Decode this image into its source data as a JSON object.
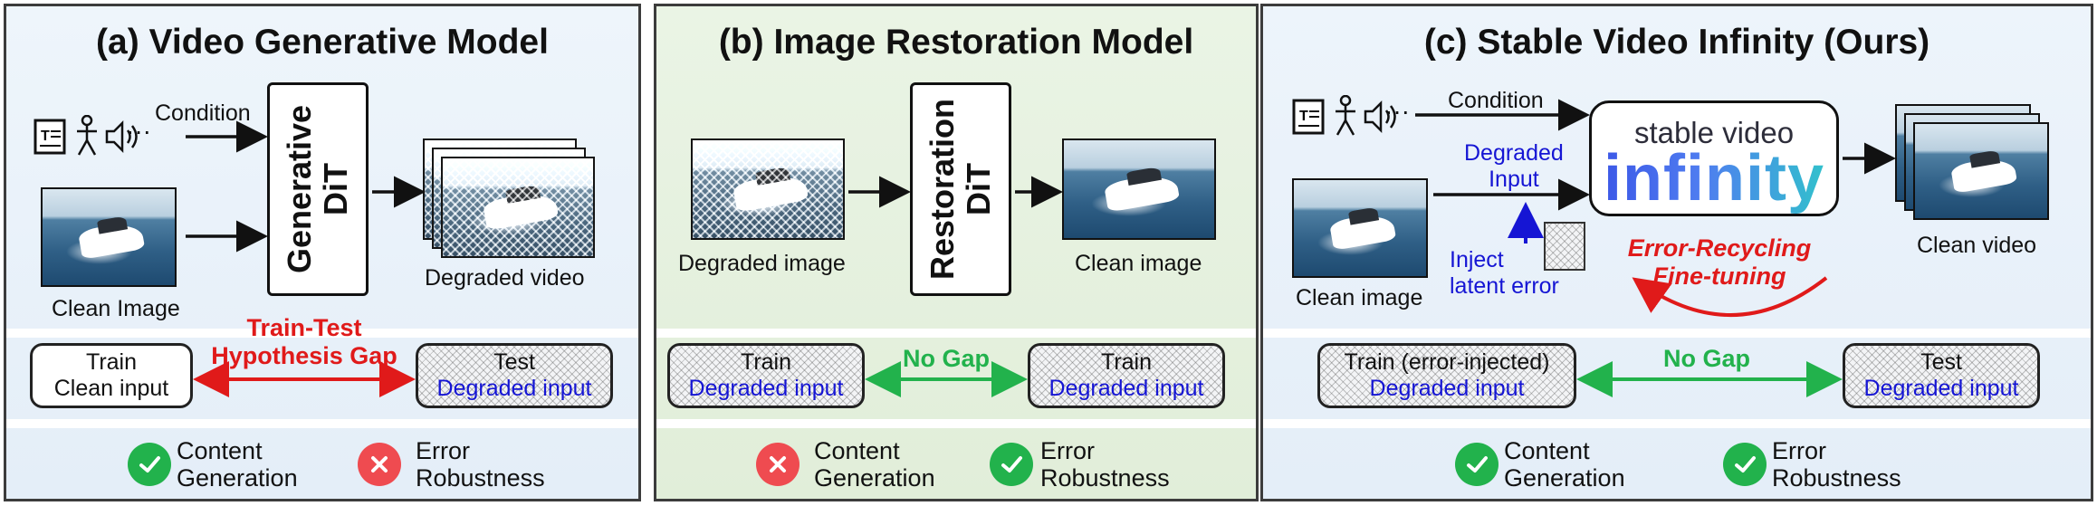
{
  "panels": {
    "a": {
      "title": "(a) Video Generative Model",
      "condition_label": "Condition",
      "dots": "···",
      "model_line1": "Generative",
      "model_line2": "DiT",
      "input_label": "Clean Image",
      "output_label": "Degraded video",
      "gap_label_line1": "Train-Test",
      "gap_label_line2": "Hypothesis Gap",
      "train_line1": "Train",
      "train_line2": "Clean input",
      "test_line1": "Test",
      "test_line2": "Degraded input",
      "result1_line1": "Content",
      "result1_line2": "Generation",
      "result1_status": "check",
      "result2_line1": "Error",
      "result2_line2": "Robustness",
      "result2_status": "cross"
    },
    "b": {
      "title": "(b) Image Restoration Model",
      "model_line1": "Restoration",
      "model_line2": "DiT",
      "input_label": "Degraded image",
      "output_label": "Clean image",
      "gap_label": "No Gap",
      "train_line1": "Train",
      "train_line2": "Degraded input",
      "test_line1": "Train",
      "test_line2": "Degraded input",
      "result1_line1": "Content",
      "result1_line2": "Generation",
      "result1_status": "cross",
      "result2_line1": "Error",
      "result2_line2": "Robustness",
      "result2_status": "check"
    },
    "c": {
      "title": "(c) Stable Video Infinity (Ours)",
      "condition_label": "Condition",
      "dots": "···",
      "degraded_line1": "Degraded",
      "degraded_line2": "Input",
      "inject_line1": "Inject",
      "inject_line2": "latent error",
      "model_top": "stable video",
      "model_big": "infinity",
      "recycle_line1": "Error-Recycling",
      "recycle_line2": "Fine-tuning",
      "input_label": "Clean image",
      "output_label": "Clean video",
      "gap_label": "No Gap",
      "train_line1": "Train (error-injected)",
      "train_line2": "Degraded input",
      "test_line1": "Test",
      "test_line2": "Degraded input",
      "result1_line1": "Content",
      "result1_line2": "Generation",
      "result1_status": "check",
      "result2_line1": "Error",
      "result2_line2": "Robustness",
      "result2_status": "check"
    }
  },
  "icons": [
    "text-doc-icon",
    "person-icon",
    "speaker-icon"
  ],
  "colors": {
    "gap_red": "#e01a1a",
    "nogap_green": "#22b24c",
    "degraded_blue": "#1515d4",
    "panel_a_bg": "#e9f2f9",
    "panel_b_bg": "#e6f1df",
    "panel_c_bg": "#e9f2f9"
  }
}
